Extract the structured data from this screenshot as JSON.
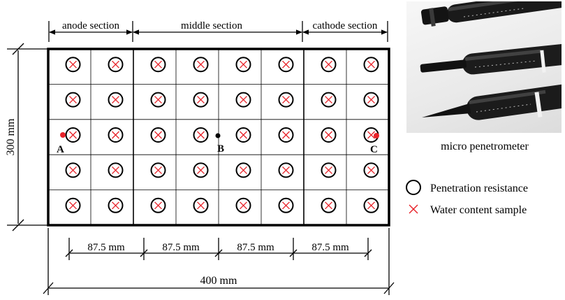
{
  "sections": {
    "anode": "anode section",
    "middle": "middle section",
    "cathode": "cathode section"
  },
  "dimensions": {
    "height": "300 mm",
    "width": "400 mm",
    "spacing": [
      "87.5 mm",
      "87.5 mm",
      "87.5 mm",
      "87.5 mm"
    ]
  },
  "points": {
    "a": "A",
    "b": "B",
    "c": "C"
  },
  "grid": {
    "rows": 5,
    "cols": 8
  },
  "photo": {
    "caption": "micro penetrometer"
  },
  "legend": {
    "penetration": "Penetration resistance",
    "water": "Water content sample"
  },
  "colors": {
    "marker_red": "#e8232a",
    "cross_red": "#e8232a",
    "line": "#000000"
  },
  "icons": {
    "penetration": "circle-icon",
    "water": "cross-icon"
  }
}
